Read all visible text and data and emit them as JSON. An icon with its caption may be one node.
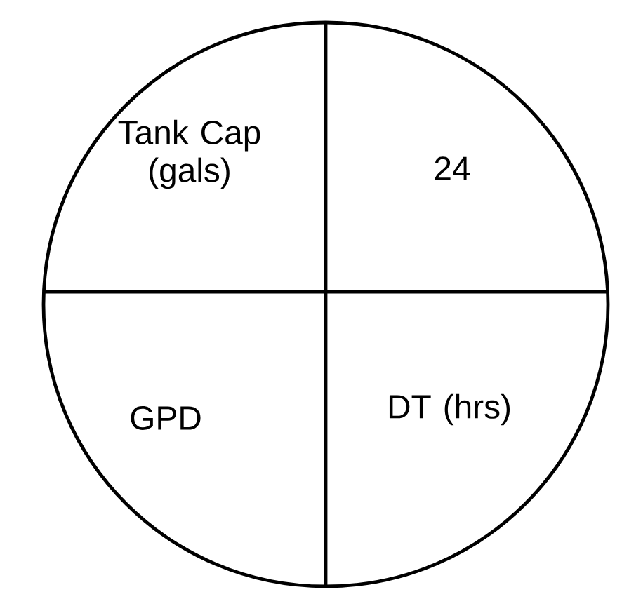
{
  "diagram": {
    "nodes": [
      {
        "text": [
          "Tank Cap (gals)",
          "24",
          "GPD",
          "DT (hrs)"
        ]
      }
    ]
  }
}
